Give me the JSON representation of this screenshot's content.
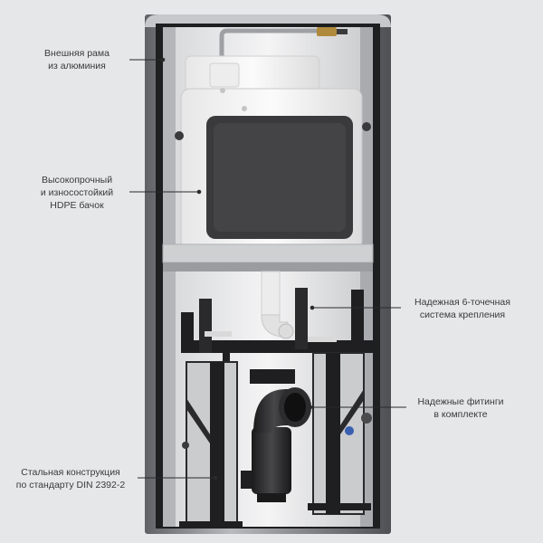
{
  "callouts": {
    "frame": {
      "line1": "Внешняя рама",
      "line2": "из алюминия"
    },
    "tank": {
      "line1": "Высокопрочный",
      "line2": "и износостойкий",
      "line3": "HDPE бачок"
    },
    "mount": {
      "line1": "Надежная 6-точечная",
      "line2": "система крепления"
    },
    "fittings": {
      "line1": "Надежные фитинги",
      "line2": "в комплекте"
    },
    "steel": {
      "line1": "Стальная конструкция",
      "line2": "по стандарту DIN 2392-2"
    }
  },
  "colors": {
    "background": "#e6e7e9",
    "frame_metal": "#8a8c90",
    "frame_dark": "#2b2b2d",
    "steel": "#1f1f21",
    "tank_white": "#f3f3f3",
    "flush_panel": "#3a3a3c",
    "pipe_black": "#262628",
    "label_text": "#3a3a3a"
  }
}
